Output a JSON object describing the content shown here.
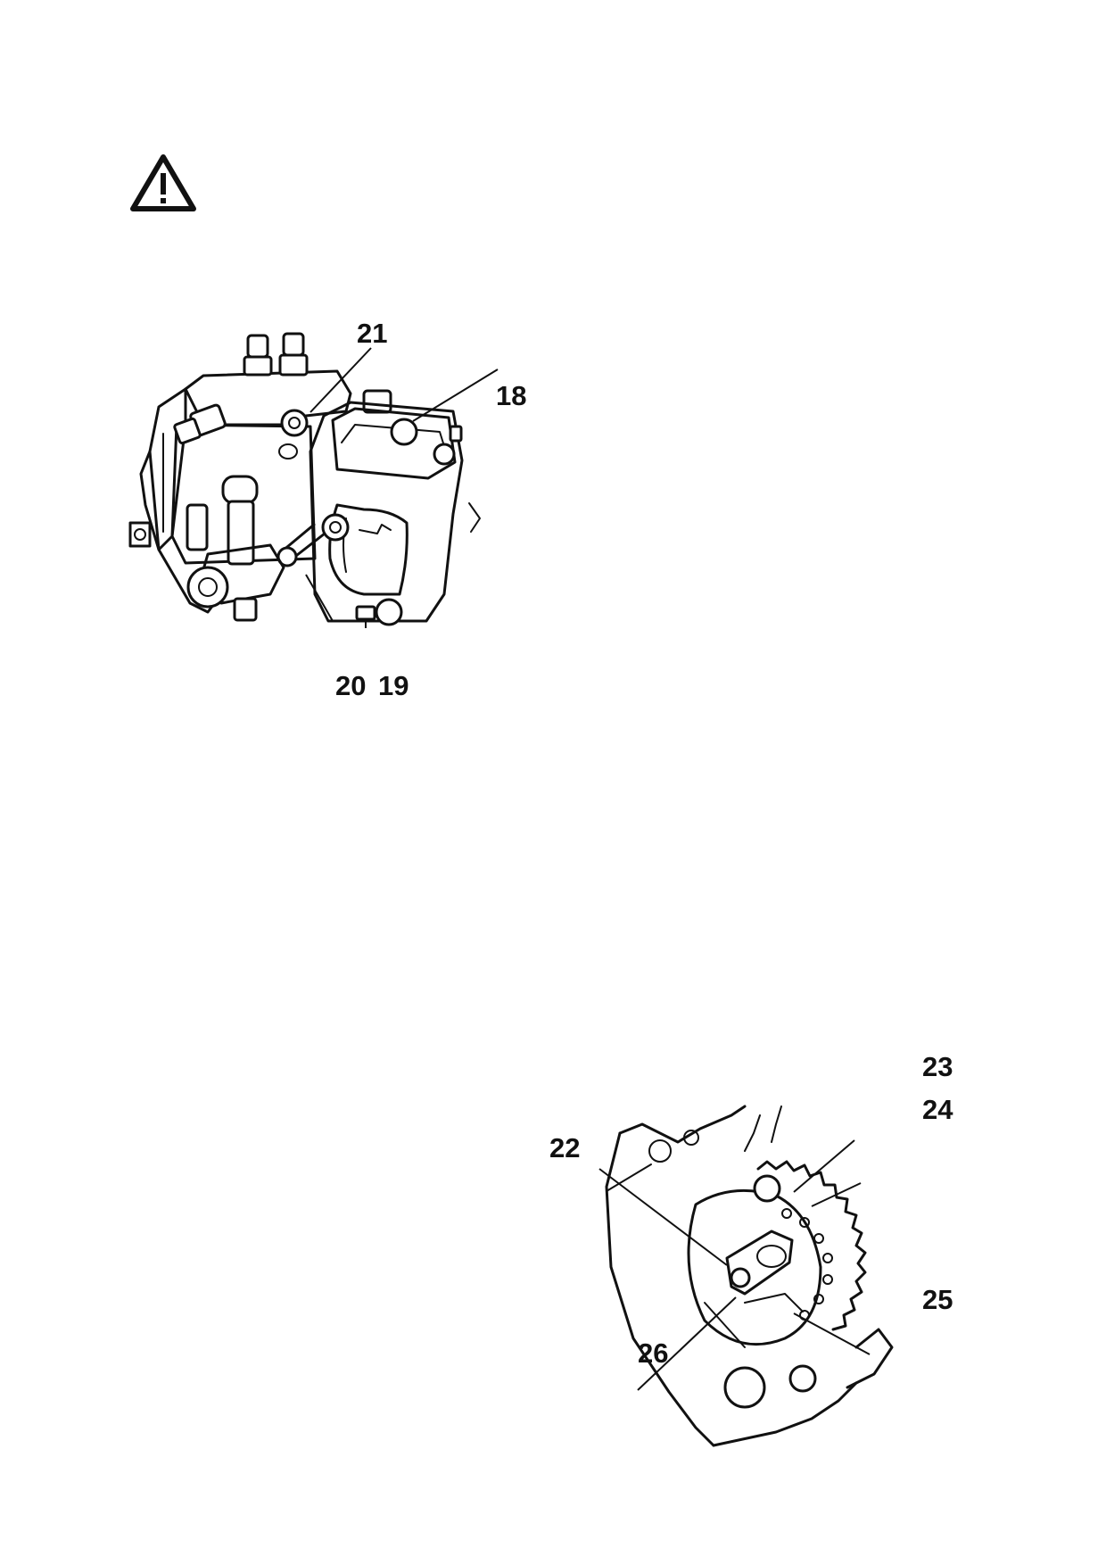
{
  "warning": {
    "icon": "warning-triangle-icon",
    "color": "#111111"
  },
  "figures": {
    "pump": {
      "icon": "injection-pump-illustration",
      "callouts": {
        "c21": "21",
        "c18": "18",
        "c20": "20",
        "c19": "19"
      }
    },
    "gear": {
      "icon": "timing-gear-illustration",
      "callouts": {
        "c23": "23",
        "c24": "24",
        "c22": "22",
        "c26": "26",
        "c25": "25"
      }
    }
  }
}
